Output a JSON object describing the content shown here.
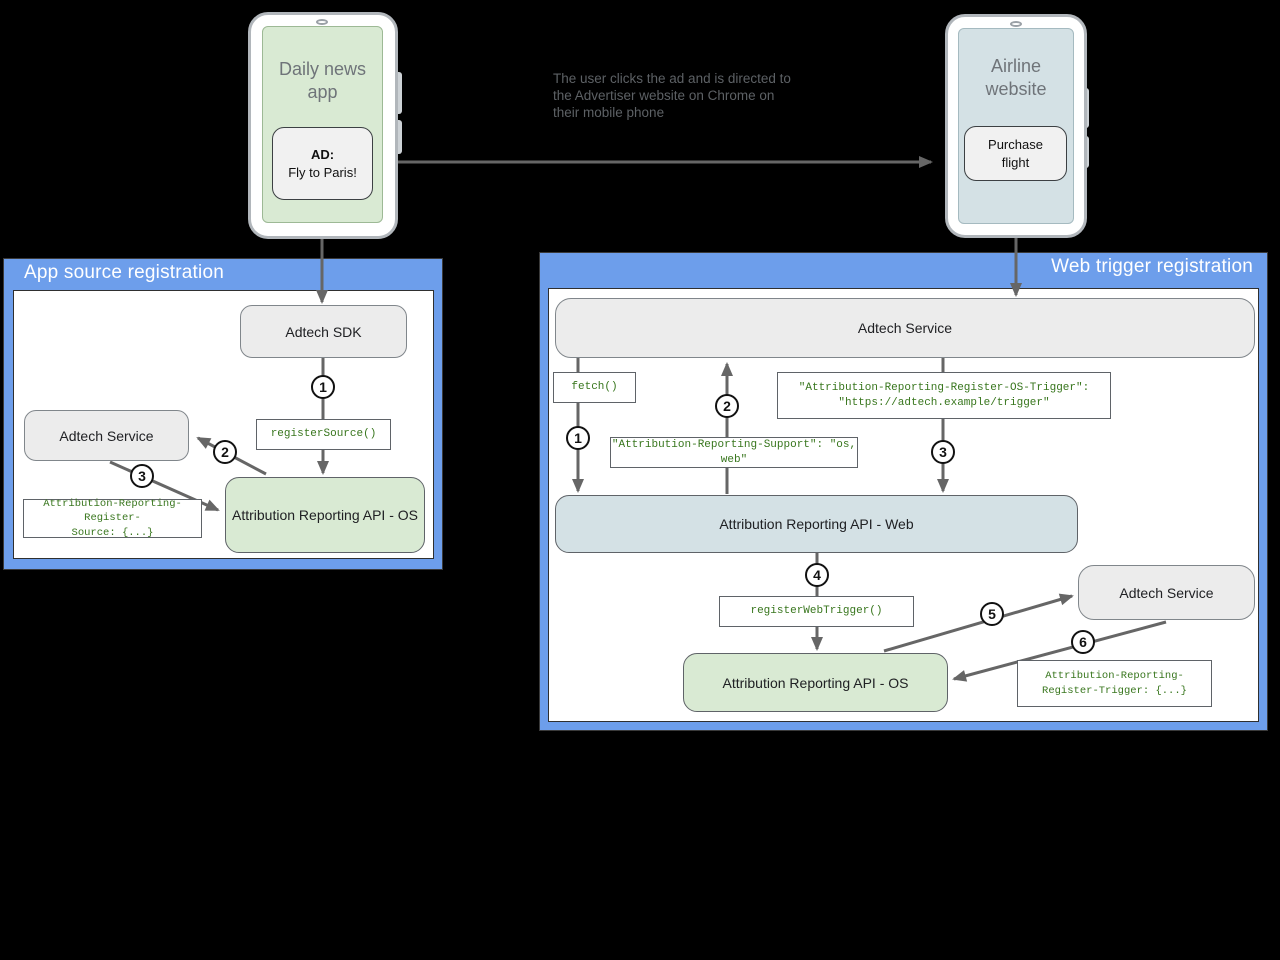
{
  "annotation": "The user clicks the ad and is directed to the Advertiser website on Chrome on their mobile phone",
  "phones": {
    "left": {
      "title": "Daily news app",
      "ad_line1": "AD:",
      "ad_line2": "Fly to Paris!"
    },
    "right": {
      "title": "Airline website",
      "button_line1": "Purchase",
      "button_line2": "flight"
    }
  },
  "panels": {
    "app_source": {
      "title": "App source registration",
      "nodes": {
        "adtech_sdk": "Adtech SDK",
        "register_source": "registerSource()",
        "adtech_service": "Adtech Service",
        "api_os": "Attribution Reporting API - OS",
        "code_register_source_line1": "Attribution-Reporting-Register-",
        "code_register_source_line2": "Source: {...}"
      }
    },
    "web_trigger": {
      "title": "Web trigger registration",
      "nodes": {
        "adtech_service_top": "Adtech Service",
        "fetch": "fetch()",
        "code_os_trigger_line1": "\"Attribution-Reporting-Register-OS-Trigger\":",
        "code_os_trigger_line2": "\"https://adtech.example/trigger\"",
        "code_support": "\"Attribution-Reporting-Support\": \"os, web\"",
        "api_web": "Attribution Reporting API - Web",
        "register_web_trigger": "registerWebTrigger()",
        "adtech_service_right": "Adtech Service",
        "api_os": "Attribution Reporting API - OS",
        "code_register_trigger_line1": "Attribution-Reporting-",
        "code_register_trigger_line2": "Register-Trigger: {...}"
      }
    }
  },
  "steps": {
    "s1": "1",
    "s2": "2",
    "s3": "3",
    "s4": "4",
    "s5": "5",
    "s6": "6"
  },
  "colors": {
    "panel_blue": "#6d9eeb",
    "node_green": "#d9ead3",
    "node_bluegray": "#d4e1e5",
    "node_gray": "#ececec",
    "code_green": "#38761d",
    "arrow_gray": "#666666"
  }
}
